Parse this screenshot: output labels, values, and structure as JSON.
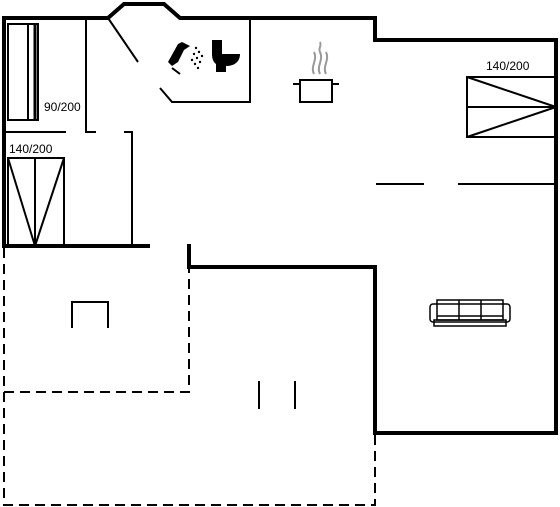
{
  "labels": {
    "bed_single": "90/200",
    "bed_double_left": "140/200",
    "bed_double_right": "140/200"
  },
  "icons": {
    "shower": "shower-icon",
    "toilet": "toilet-icon",
    "kitchen": "cooking-pot-icon",
    "sofa": "sofa-icon",
    "table": "table-icon"
  },
  "colors": {
    "walls": "#000000",
    "background": "#ffffff"
  }
}
